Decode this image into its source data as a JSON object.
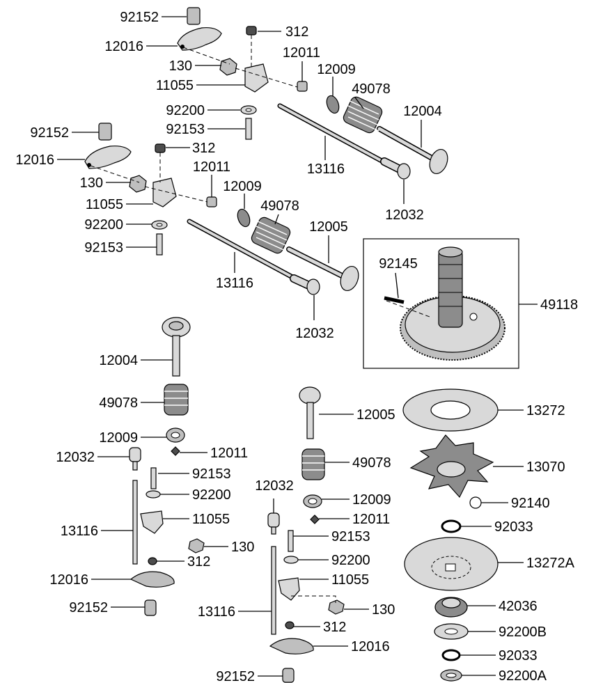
{
  "parts": [
    {
      "id": "p01",
      "number": "92152"
    },
    {
      "id": "p02",
      "number": "12016"
    },
    {
      "id": "p03",
      "number": "312"
    },
    {
      "id": "p04",
      "number": "12011"
    },
    {
      "id": "p05",
      "number": "130"
    },
    {
      "id": "p06",
      "number": "12009"
    },
    {
      "id": "p07",
      "number": "11055"
    },
    {
      "id": "p08",
      "number": "49078"
    },
    {
      "id": "p09",
      "number": "92200"
    },
    {
      "id": "p10",
      "number": "12004"
    },
    {
      "id": "p11",
      "number": "92153"
    },
    {
      "id": "p12",
      "number": "13116"
    },
    {
      "id": "p13",
      "number": "12032"
    },
    {
      "id": "p14",
      "number": "92152"
    },
    {
      "id": "p15",
      "number": "12016"
    },
    {
      "id": "p16",
      "number": "312"
    },
    {
      "id": "p17",
      "number": "12011"
    },
    {
      "id": "p18",
      "number": "130"
    },
    {
      "id": "p19",
      "number": "12009"
    },
    {
      "id": "p20",
      "number": "11055"
    },
    {
      "id": "p21",
      "number": "49078"
    },
    {
      "id": "p22",
      "number": "12005"
    },
    {
      "id": "p23",
      "number": "92200"
    },
    {
      "id": "p24",
      "number": "92153"
    },
    {
      "id": "p25",
      "number": "13116"
    },
    {
      "id": "p26",
      "number": "12032"
    },
    {
      "id": "p27",
      "number": "92145"
    },
    {
      "id": "p28",
      "number": "49118"
    },
    {
      "id": "p29",
      "number": "12004"
    },
    {
      "id": "p30",
      "number": "49078"
    },
    {
      "id": "p31",
      "number": "12009"
    },
    {
      "id": "p32",
      "number": "12032"
    },
    {
      "id": "p33",
      "number": "12011"
    },
    {
      "id": "p34",
      "number": "92153"
    },
    {
      "id": "p35",
      "number": "92200"
    },
    {
      "id": "p36",
      "number": "13116"
    },
    {
      "id": "p37",
      "number": "11055"
    },
    {
      "id": "p38",
      "number": "130"
    },
    {
      "id": "p39",
      "number": "312"
    },
    {
      "id": "p40",
      "number": "12016"
    },
    {
      "id": "p41",
      "number": "92152"
    },
    {
      "id": "p42",
      "number": "12005"
    },
    {
      "id": "p43",
      "number": "49078"
    },
    {
      "id": "p44",
      "number": "12032"
    },
    {
      "id": "p45",
      "number": "12009"
    },
    {
      "id": "p46",
      "number": "12011"
    },
    {
      "id": "p47",
      "number": "92153"
    },
    {
      "id": "p48",
      "number": "92200"
    },
    {
      "id": "p49",
      "number": "11055"
    },
    {
      "id": "p50",
      "number": "130"
    },
    {
      "id": "p51",
      "number": "13116"
    },
    {
      "id": "p52",
      "number": "312"
    },
    {
      "id": "p53",
      "number": "12016"
    },
    {
      "id": "p54",
      "number": "92152"
    },
    {
      "id": "p55",
      "number": "13272"
    },
    {
      "id": "p56",
      "number": "13070"
    },
    {
      "id": "p57",
      "number": "92140"
    },
    {
      "id": "p58",
      "number": "92033"
    },
    {
      "id": "p59",
      "number": "13272A"
    },
    {
      "id": "p60",
      "number": "42036"
    },
    {
      "id": "p61",
      "number": "92200B"
    },
    {
      "id": "p62",
      "number": "92033"
    },
    {
      "id": "p63",
      "number": "92200A"
    }
  ],
  "colors": {
    "ink": "#000000",
    "background": "#ffffff",
    "light_gray": "#d9d9d9",
    "mid_gray": "#bfbfbf",
    "dark_gray": "#8c8c8c"
  }
}
